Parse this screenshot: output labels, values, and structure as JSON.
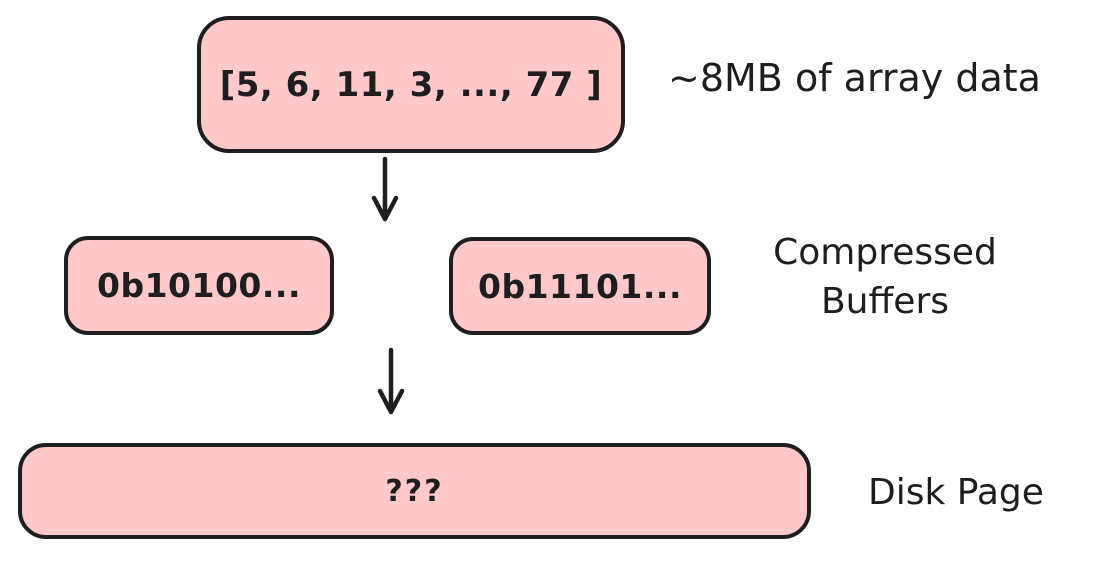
{
  "diagram": {
    "array_box_text": "[5, 6, 11, 3, ..., 77 ]",
    "array_label": "~8MB of array data",
    "buffer_left_text": "0b10100...",
    "buffer_right_text": "0b11101...",
    "buffers_label_line1": "Compressed",
    "buffers_label_line2": "Buffers",
    "disk_box_text": "???",
    "disk_label": "Disk Page"
  },
  "icons": {
    "arrow_top": "down-arrow",
    "arrow_bottom": "down-arrow"
  },
  "colors": {
    "box_fill": "#ffc9c9",
    "stroke": "#1e1e1e",
    "background": "#ffffff"
  }
}
